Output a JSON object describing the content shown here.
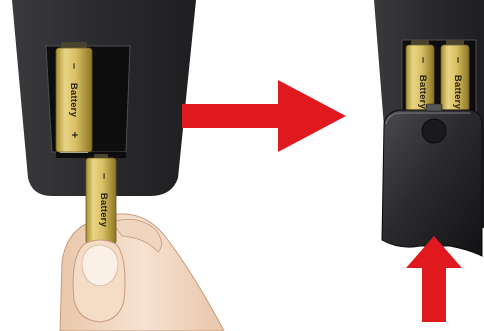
{
  "steps": [
    {
      "id": "insert-batteries",
      "batteries": [
        {
          "label": "Battery",
          "minus": "–",
          "plus": "+"
        },
        {
          "label": "Battery",
          "minus": "–"
        }
      ]
    },
    {
      "id": "close-cover",
      "batteries": [
        {
          "label": "Battery",
          "minus": "–"
        },
        {
          "label": "Battery",
          "minus": "–"
        }
      ]
    }
  ],
  "colors": {
    "arrow": "#e0191f",
    "remote_body": "#2b2b2d",
    "battery_gold": "#d7bf66",
    "battery_dark": "#2e2a22",
    "skin": "#f3dcc8",
    "background": "#ffffff"
  },
  "icons": {
    "transition_arrow": "right-arrow-icon",
    "push_arrow": "up-arrow-icon",
    "hand": "hand-icon"
  }
}
